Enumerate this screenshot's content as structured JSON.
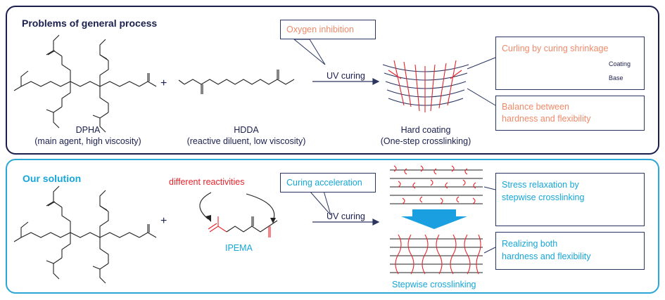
{
  "top": {
    "title": "Problems of general process",
    "dpha_name": "DPHA",
    "dpha_desc": "(main agent, high viscosity)",
    "plus": "+",
    "hdda_name": "HDDA",
    "hdda_desc": "(reactive diluent, low viscosity)",
    "uv_label": "UV curing",
    "oxygen_label": "Oxygen inhibition",
    "result_name": "Hard coating",
    "result_desc": "(One-step crosslinking)",
    "curling_label": "Curling by curing shrinkage",
    "coating_label": "Coating",
    "base_label": "Base",
    "balance_line1": "Balance between",
    "balance_line2": "hardness and flexibility"
  },
  "bottom": {
    "title": "Our solution",
    "plus": "+",
    "reactivity_label": "different reactivities",
    "ipema_name": "IPEMA",
    "accel_label": "Curing acceleration",
    "uv_label": "UV curing",
    "stepwise_label": "Stepwise crosslinking",
    "stress_line1": "Stress relaxation by",
    "stress_line2": "stepwise crosslinking",
    "realize_line1": "Realizing both",
    "realize_line2": "hardness and flexibility"
  },
  "colors": {
    "navy": "#1a1f4e",
    "cyan": "#16a6d8",
    "salmon": "#f08a6a",
    "red": "#e8232a",
    "orange": "#f5a623",
    "arrow_blue": "#1aa0e0"
  }
}
